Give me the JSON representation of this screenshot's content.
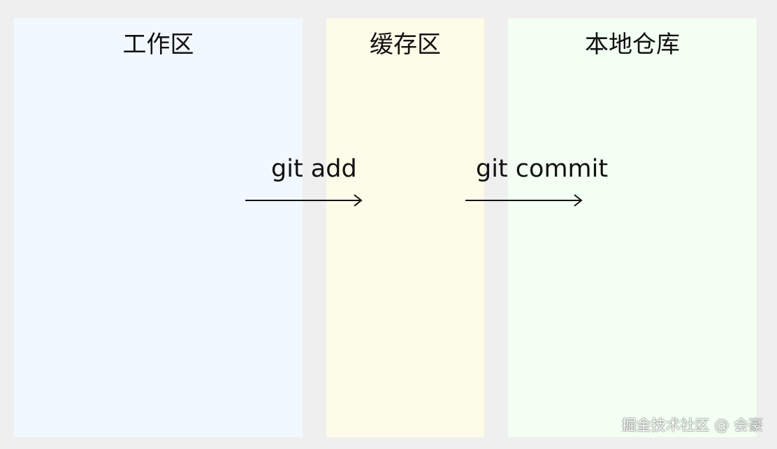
{
  "zones": {
    "working": {
      "title": "工作区",
      "color": "#f2f8ff"
    },
    "staging": {
      "title": "缓存区",
      "color": "#fdfce8"
    },
    "local": {
      "title": "本地仓库",
      "color": "#f2fff2"
    }
  },
  "commands": {
    "add": "git add",
    "commit": "git commit"
  },
  "watermark": "掘金技术社区 @ 会豪"
}
